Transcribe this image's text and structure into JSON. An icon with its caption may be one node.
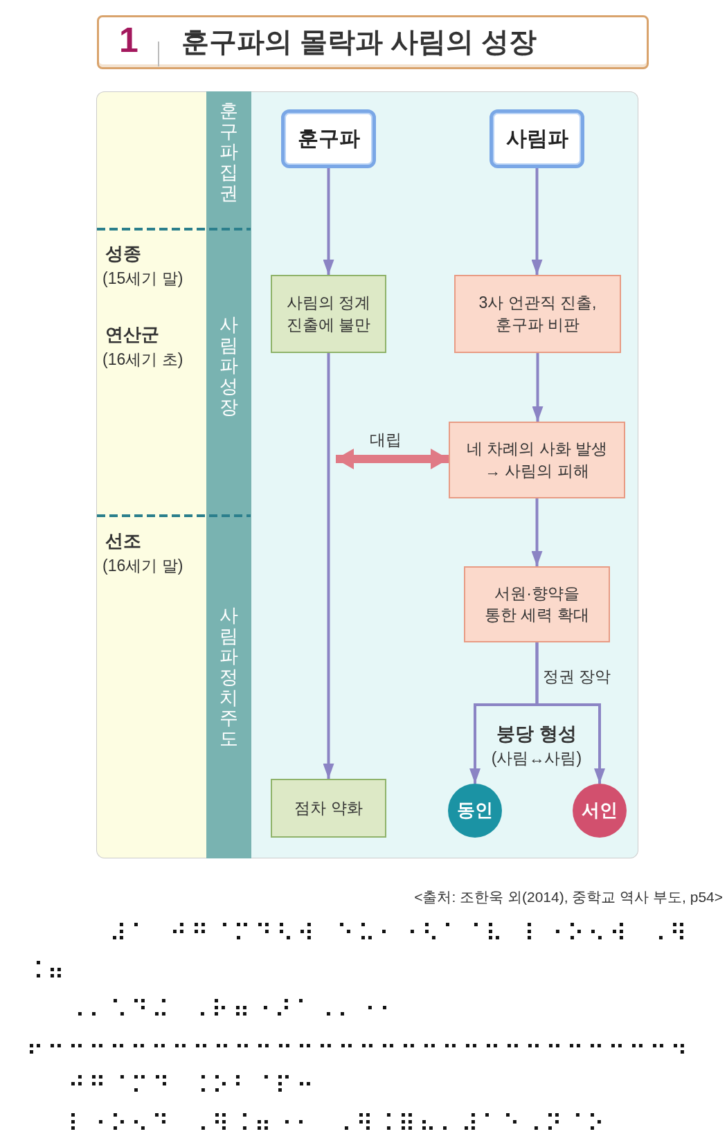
{
  "diagram": {
    "title": "훈구파의 몰락과 사림의 성장",
    "caption": "<출처: 조한욱 외(2014), 중학교 역사 부도, p54>",
    "nodes": [
      {
        "text": [
          "훈구파"
        ]
      },
      {
        "text": [
          "사림파"
        ]
      },
      {
        "text": [
          "사림의 정계 진출에 불만"
        ]
      },
      {
        "text": [
          "3사 언관직 진출, 훈구파 비판"
        ]
      },
      {
        "text": [
          "네 차례의 사화 발생 → 사림의 피해"
        ]
      },
      {
        "text": [
          "서원·향약을 통한 세력 확대"
        ]
      },
      {
        "text": [
          "점차 약화"
        ]
      },
      {
        "text": [
          "동인"
        ]
      },
      {
        "text": [
          "서인"
        ]
      }
    ],
    "edges": [
      {
        "from": 0,
        "to": 2,
        "arrow": "to"
      },
      {
        "from": 1,
        "to": 3,
        "arrow": "to"
      },
      {
        "from": 3,
        "to": 4,
        "arrow": "to"
      },
      {
        "from": null,
        "to": 4,
        "arrow": "both",
        "label": "대립",
        "style": "thick",
        "color": "#e07a85"
      },
      {
        "from": 2,
        "to": 6,
        "arrow": "to"
      },
      {
        "from": 4,
        "to": 5,
        "arrow": "to"
      },
      {
        "from": 5,
        "to": 7,
        "arrow": "to",
        "label": "정권 장악"
      },
      {
        "from": 5,
        "to": 8,
        "arrow": "to"
      }
    ],
    "labels": [
      "1",
      "훈구파 집권",
      "성종",
      "(15세기 말)",
      "연산군",
      "(16세기 초)",
      "사림파 성장",
      "선조",
      "(16세기 말)",
      "사림파 정치 주도",
      "붕당 형성",
      "(사림↔사림)",
      "⠼⠁ ⠚⠛⠈⠍⠙⠣⠺ ⠑⠥⠂⠐⠣⠁⠈⠧ ⠇⠐⠕⠢⠺ ⠠⠻",
      "⠨⠶",
      "⠠⠄⠡⠙⠬ ⠠⠗⠶⠐⠜⠁⠠⠄⠐⠂",
      "⠖⠒⠒⠒⠒⠒⠒⠒⠒⠒⠒⠒⠒⠒⠒⠒⠒⠒⠒⠒⠒⠒⠒⠒⠒⠒⠒⠒⠒⠒⠒⠲",
      "⠚⠛⠈⠍⠙ ⠨⠕⠃⠈⠏⠒",
      "⠇⠐⠕⠢⠙ ⠠⠻⠨⠶⠐⠂ ⠠⠻⠨⠿⠦⠄⠼⠁⠑⠠⠝⠈⠕"
    ]
  }
}
